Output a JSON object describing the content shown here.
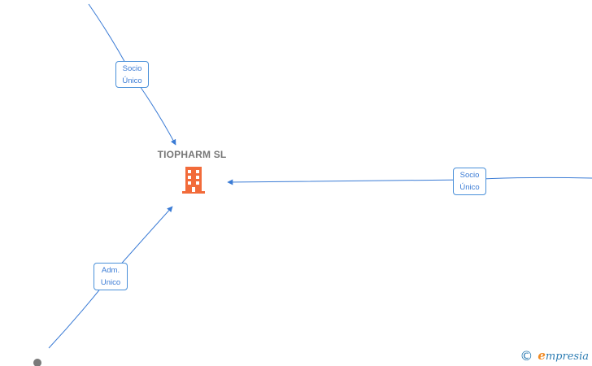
{
  "company": {
    "name": "TIOPHARM  SL",
    "icon": "building-icon",
    "icon_color": "#f26b3a"
  },
  "edges": [
    {
      "id": "edge-top",
      "label_line1": "Socio",
      "label_line2": "Único"
    },
    {
      "id": "edge-right",
      "label_line1": "Socio",
      "label_line2": "Único"
    },
    {
      "id": "edge-bottom",
      "label_line1": "Adm.",
      "label_line2": "Unico"
    }
  ],
  "colors": {
    "edge": "#3a7bd5",
    "label_border": "#4a90d9",
    "person": "#7a7a7a"
  },
  "watermark": {
    "copyright": "©",
    "brand_initial": "e",
    "brand_rest": "mpresia"
  }
}
